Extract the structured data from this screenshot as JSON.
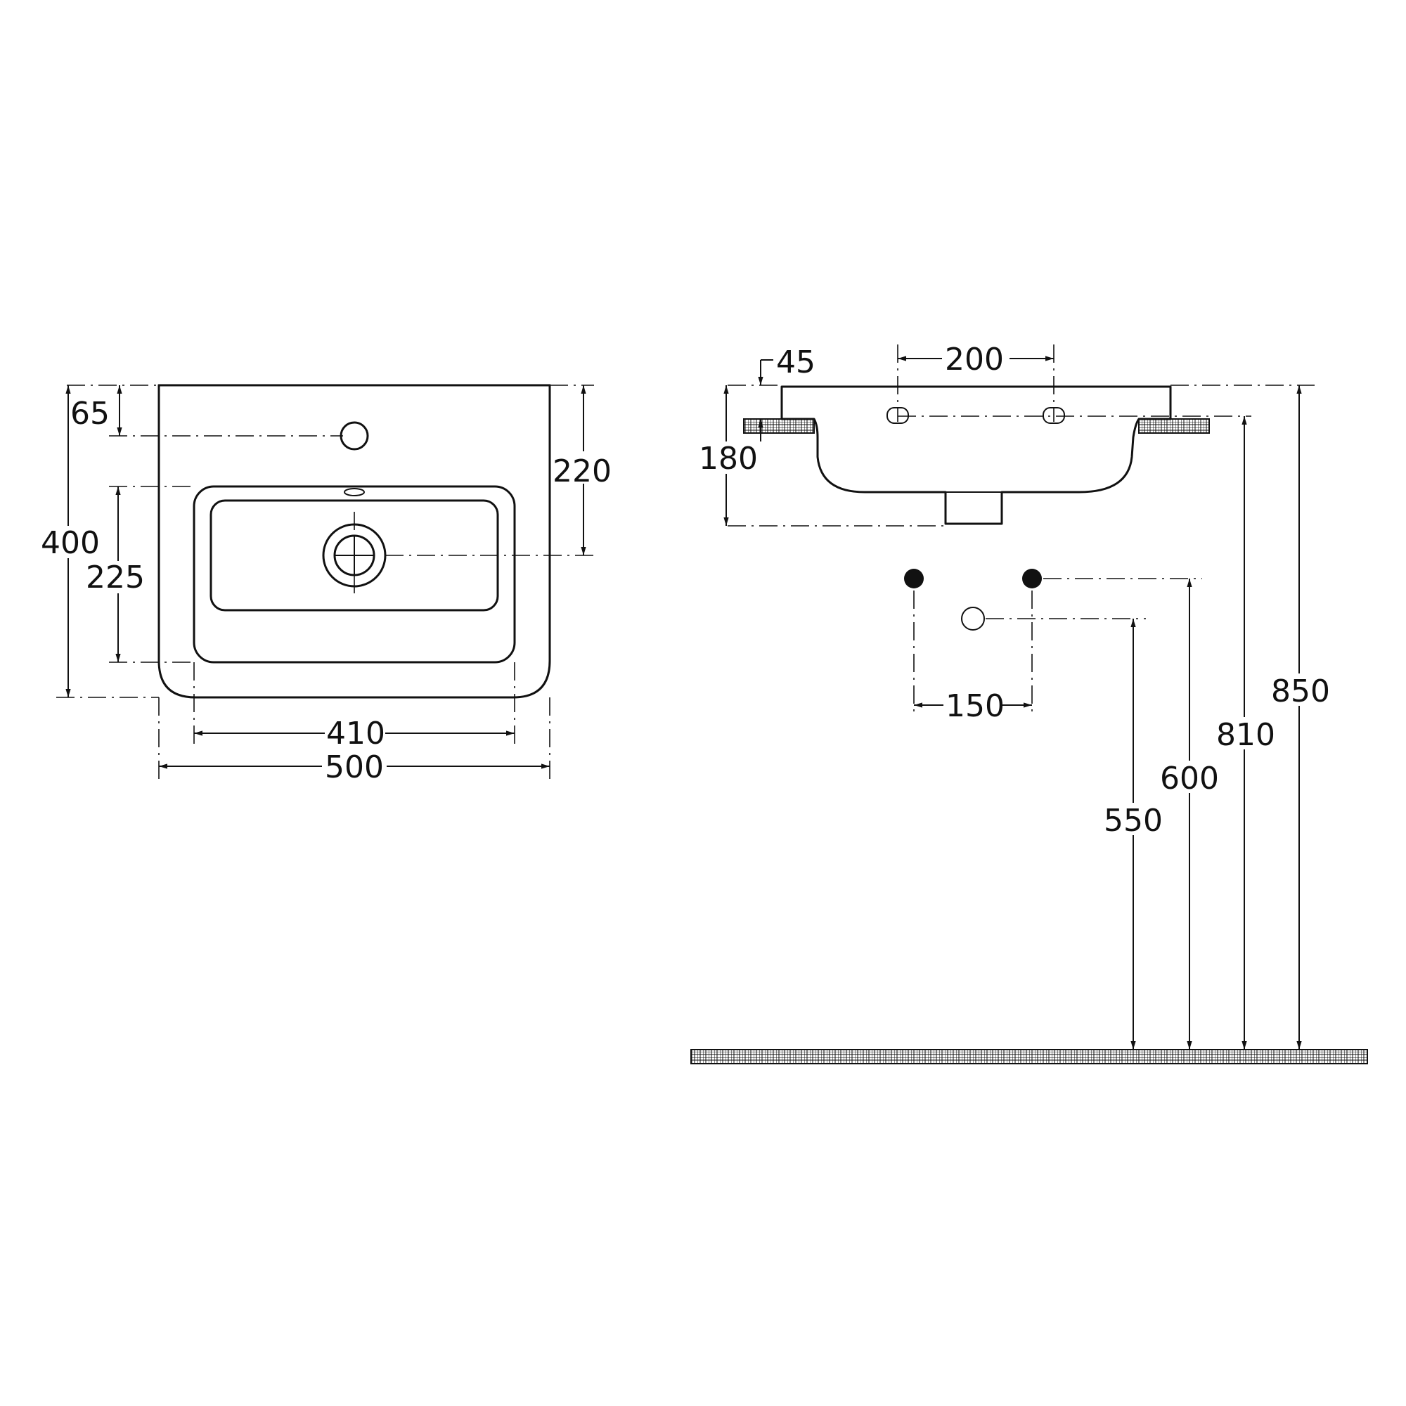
{
  "plan_view": {
    "dims": {
      "d65": "65",
      "d400": "400",
      "d225": "225",
      "d220": "220",
      "d410": "410",
      "d500": "500"
    }
  },
  "side_view": {
    "dims": {
      "d45": "45",
      "d200": "200",
      "d180": "180",
      "d150": "150",
      "d550": "550",
      "d600": "600",
      "d810": "810",
      "d850": "850"
    }
  }
}
